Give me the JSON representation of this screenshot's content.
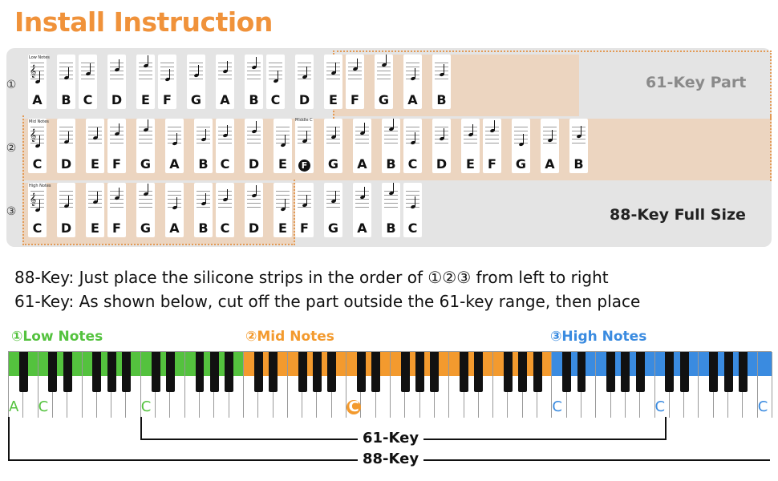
{
  "title": "Install Instruction",
  "strips": {
    "row_markers": [
      "①",
      "②",
      "③"
    ],
    "row1": [
      "A",
      "B",
      "C",
      "D",
      "E",
      "F",
      "G",
      "A",
      "B",
      "C",
      "D",
      "E",
      "F",
      "G",
      "A",
      "B"
    ],
    "row2": [
      "C",
      "D",
      "E",
      "F",
      "G",
      "A",
      "B",
      "C",
      "D",
      "E",
      "F",
      "G",
      "A",
      "B",
      "C",
      "D",
      "E",
      "F",
      "G",
      "A",
      "B"
    ],
    "row3": [
      "C",
      "D",
      "E",
      "F",
      "G",
      "A",
      "B",
      "C",
      "D",
      "E",
      "F",
      "G",
      "A",
      "B",
      "C"
    ],
    "row1_tiny": "Low Notes",
    "row2_tiny": "Mid Notes",
    "row3_tiny": "High Notes",
    "middle_c_caption": "Middle C",
    "label_61": "61-Key Part",
    "label_88": "88-Key Full Size"
  },
  "instructions": {
    "line1": "88-Key: Just place the silicone strips in the order of ①②③ from left to right",
    "line2": "61-Key: As shown below, cut off the part outside the 61-key range, then place"
  },
  "keyboard": {
    "sections": {
      "low": "①Low Notes",
      "mid": "②Mid Notes",
      "high": "③High Notes"
    },
    "key_labels": {
      "a0": "A",
      "c1": "C",
      "c2": "C",
      "c4": "C",
      "c5": "C",
      "c6": "C",
      "c8": "C"
    },
    "range_61": "61-Key",
    "range_88": "88-Key"
  },
  "colors": {
    "title": "#f0923a",
    "low": "#54c23e",
    "mid": "#f39a2e",
    "high": "#3a8be0",
    "strip_bg": "#e4e4e4",
    "highlight": "#ecd5c0"
  }
}
